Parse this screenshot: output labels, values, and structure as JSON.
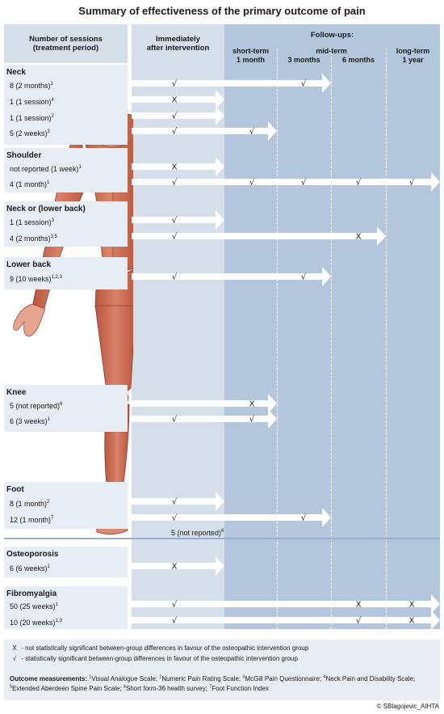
{
  "title": "Summary of effectiveness of the primary outcome of pain",
  "headers": {
    "sessions": "Number of sessions",
    "sessions_sub": "(treatment period)",
    "immediately": "Immediately",
    "immediately_sub": "after intervention",
    "followups": "Follow-ups:",
    "short_term": "short-term",
    "short_term_sub": "1 month",
    "mid_term": "mid-term",
    "mid_3": "3 months",
    "mid_6": "6 months",
    "long_term": "long-term",
    "long_sub": "1 year"
  },
  "colors": {
    "immediate_column": "#d4dfea",
    "followup_column": "#b3c6dc",
    "panel": "#e6edf4",
    "arrow": "#ffffff"
  },
  "groups": [
    {
      "name": "Neck",
      "rows": [
        {
          "label": "8 (2 months)",
          "sup": "1",
          "extent": "3 months",
          "marks": [
            {
              "col": "immediate",
              "sym": "√"
            },
            {
              "col": "3 months",
              "sym": "√"
            }
          ]
        },
        {
          "label": "1 (1 session)",
          "sup": "4",
          "extent": "immediate",
          "marks": [
            {
              "col": "immediate",
              "sym": "X"
            }
          ]
        },
        {
          "label": "1 (1 session)",
          "sup": "2",
          "extent": "immediate",
          "marks": [
            {
              "col": "immediate",
              "sym": "√"
            }
          ]
        },
        {
          "label": "5 (2 weeks)",
          "sup": "2",
          "extent": "1 month",
          "marks": [
            {
              "col": "immediate",
              "sym": "√"
            },
            {
              "col": "1 month",
              "sym": "√"
            }
          ]
        }
      ]
    },
    {
      "name": "Shoulder",
      "rows": [
        {
          "label": "not reported (1 week)",
          "sup": "1",
          "extent": "immediate",
          "marks": [
            {
              "col": "immediate",
              "sym": "X"
            }
          ]
        },
        {
          "label": "4 (1 month)",
          "sup": "1",
          "extent": "1 year",
          "marks": [
            {
              "col": "immediate",
              "sym": "√"
            },
            {
              "col": "1 month",
              "sym": "√"
            },
            {
              "col": "3 months",
              "sym": "√"
            },
            {
              "col": "6 months",
              "sym": "√"
            },
            {
              "col": "1 year",
              "sym": "√"
            }
          ]
        }
      ]
    },
    {
      "name": "Neck or (lower back)",
      "rows": [
        {
          "label": "1 (1 session)",
          "sup": "3",
          "extent": "immediate",
          "marks": [
            {
              "col": "immediate",
              "sym": "√"
            }
          ]
        },
        {
          "label": "4 (2 months)",
          "sup": "3,5",
          "extent": "6 months",
          "marks": [
            {
              "col": "immediate",
              "sym": "√"
            },
            {
              "col": "6 months",
              "sym": "X"
            }
          ]
        }
      ]
    },
    {
      "name": "Lower back",
      "rows": [
        {
          "label": "9 (10 weeks)",
          "sup": "1,2,3",
          "extent": "3 months",
          "marks": [
            {
              "col": "immediate",
              "sym": "√"
            },
            {
              "col": "3 months",
              "sym": "√"
            }
          ]
        }
      ]
    },
    {
      "name": "Knee",
      "rows": [
        {
          "label": "5 (not reported)",
          "sup": "6",
          "extent": "1 month",
          "marks": [
            {
              "col": "1 month",
              "sym": "X"
            }
          ]
        },
        {
          "label": "6 (3 weeks)",
          "sup": "1",
          "extent": "1 month",
          "marks": [
            {
              "col": "immediate",
              "sym": "√"
            },
            {
              "col": "1 month",
              "sym": "√"
            }
          ]
        }
      ]
    },
    {
      "name": "Foot",
      "rows": [
        {
          "label": "8 (1 month)",
          "sup": "2",
          "extent": "immediate",
          "marks": [
            {
              "col": "immediate",
              "sym": "√"
            }
          ]
        },
        {
          "label": "12 (1 month)",
          "sup": "7",
          "extent": "3 months",
          "marks": [
            {
              "col": "immediate",
              "sym": "√"
            },
            {
              "col": "3 months",
              "sym": "√"
            }
          ]
        }
      ],
      "extra": {
        "label": "5 (not reported)",
        "sup": "6"
      }
    },
    {
      "name": "Osteoporosis",
      "rows": [
        {
          "label": "6 (6 weeks)",
          "sup": "1",
          "extent": "immediate",
          "marks": [
            {
              "col": "immediate",
              "sym": "X"
            }
          ]
        }
      ]
    },
    {
      "name": "Fibromyalgia",
      "rows": [
        {
          "label": "50 (25 weeks)",
          "sup": "1",
          "extent": "1 year",
          "marks": [
            {
              "col": "immediate",
              "sym": "√"
            },
            {
              "col": "6 months",
              "sym": "X"
            },
            {
              "col": "1 year",
              "sym": "X"
            }
          ]
        },
        {
          "label": "10 (20 weeks)",
          "sup": "1,3",
          "extent": "1 year",
          "marks": [
            {
              "col": "immediate",
              "sym": "√"
            },
            {
              "col": "6 months",
              "sym": "√"
            },
            {
              "col": "1 year",
              "sym": "X"
            }
          ]
        }
      ]
    }
  ],
  "legend": {
    "x_symbol": "X",
    "x_text": "- not statistically significant between-group differences in favour of the osteopathic intervention group",
    "check_symbol": "√",
    "check_text": "- statistically significant between-group differences in favour of the osteopathic intervention group",
    "outcome_label": "Outcome measurements:",
    "measures": [
      {
        "n": "1",
        "name": "Visual Analogue Scale;"
      },
      {
        "n": "2",
        "name": "Numeric Pain Rating Scale;"
      },
      {
        "n": "3",
        "name": "McGill Pain Questionnaire;"
      },
      {
        "n": "4",
        "name": "Neck Pain and Disability Scale;"
      },
      {
        "n": "5",
        "name": "Extended Aberdeen Spine Pain Scale;"
      },
      {
        "n": "6",
        "name": "Short form-36 health survey;"
      },
      {
        "n": "7",
        "name": "Foot Function Index"
      }
    ]
  },
  "copyright": "© SBlagojevic_AIHTA"
}
